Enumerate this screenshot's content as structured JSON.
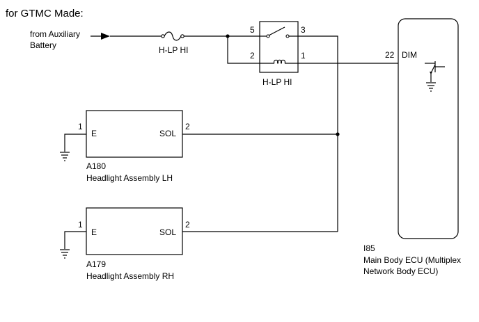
{
  "header": {
    "title": "for GTMC Made:"
  },
  "source": {
    "line1": "from Auxiliary",
    "line2": "Battery"
  },
  "fuse": {
    "label": "H-LP HI"
  },
  "relay": {
    "label": "H-LP HI",
    "pins": {
      "p5": "5",
      "p3": "3",
      "p2": "2",
      "p1": "1"
    }
  },
  "ecu": {
    "code": "I85",
    "name_line1": "Main Body ECU (Multiplex",
    "name_line2": "Network Body ECU)",
    "pin": "22",
    "signal": "DIM"
  },
  "headlight_lh": {
    "code": "A180",
    "name": "Headlight Assembly LH",
    "terminal_e": "E",
    "terminal_sol": "SOL",
    "pin_e": "1",
    "pin_sol": "2"
  },
  "headlight_rh": {
    "code": "A179",
    "name": "Headlight Assembly RH",
    "terminal_e": "E",
    "terminal_sol": "SOL",
    "pin_e": "1",
    "pin_sol": "2"
  }
}
